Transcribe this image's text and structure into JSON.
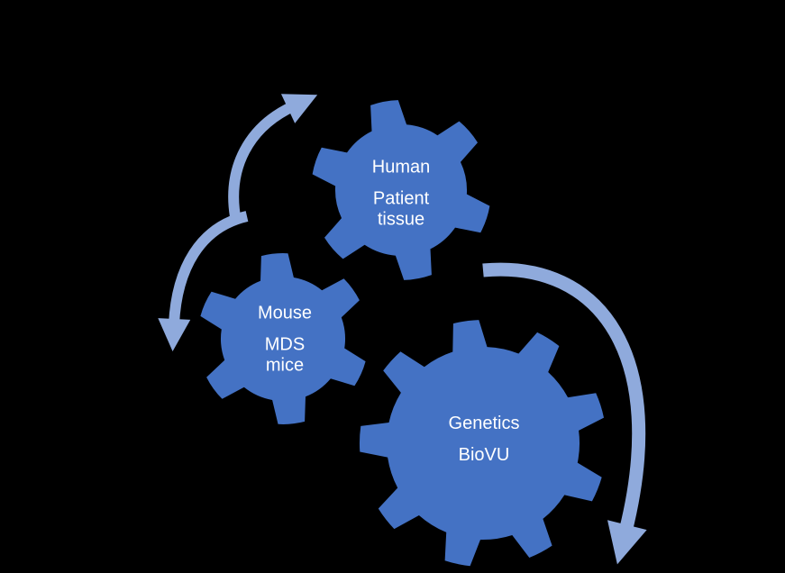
{
  "palette": {
    "background": "#000000",
    "gear_fill": "#4472C4",
    "arrow": "#8FAADC",
    "label_text": "#FFFFFF"
  },
  "gears": [
    {
      "title": "Human",
      "lines": [
        "Patient",
        "tissue"
      ]
    },
    {
      "title": "Mouse",
      "lines": [
        "MDS",
        "mice"
      ]
    },
    {
      "title": "Genetics",
      "lines": [
        "BioVU"
      ]
    }
  ]
}
